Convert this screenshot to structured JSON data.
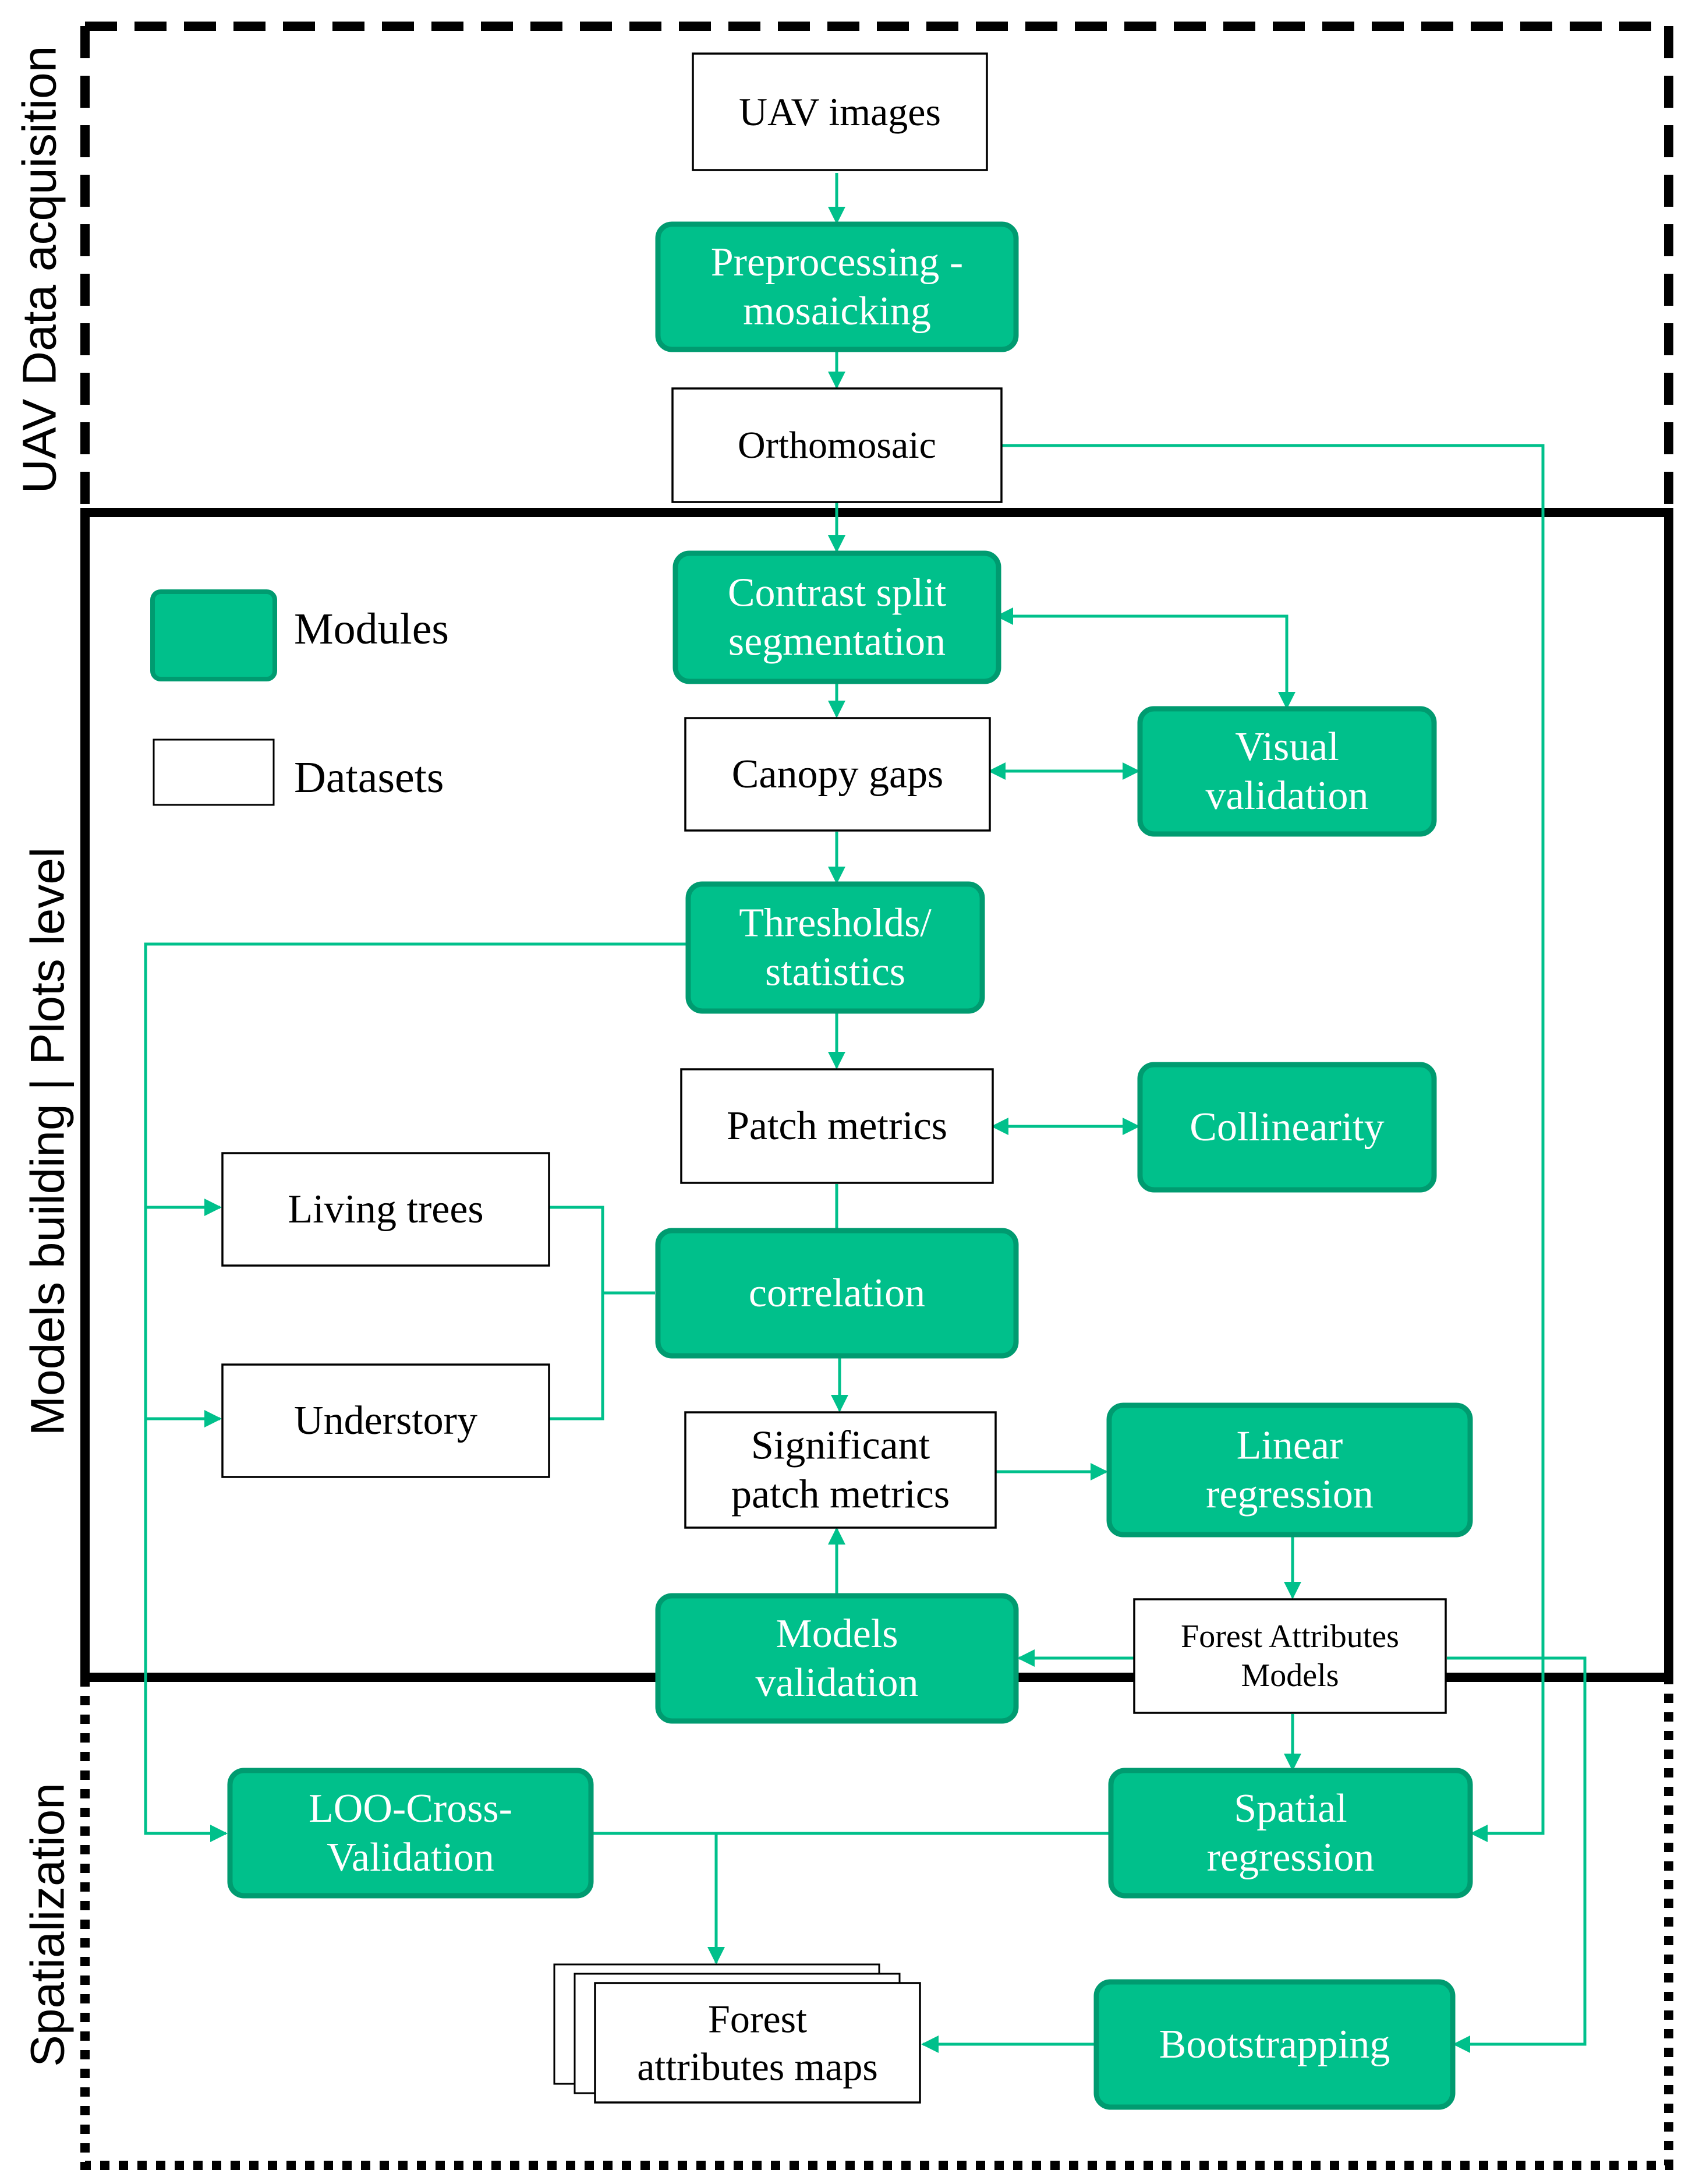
{
  "colors": {
    "module_fill": "#00c08b",
    "module_stroke": "#009b70",
    "connector": "#00c08b",
    "dataset_fill": "#ffffff",
    "dataset_stroke": "#000000",
    "section_border": "#000000"
  },
  "sections": {
    "acquisition": "UAV Data acquisition",
    "models": "Models building | Plots level",
    "spatialization": "Spatialization"
  },
  "legend": {
    "modules": "Modules",
    "datasets": "Datasets"
  },
  "nodes": {
    "uav_images": {
      "type": "dataset",
      "lines": [
        "UAV images"
      ]
    },
    "preprocessing": {
      "type": "module",
      "lines": [
        "Preprocessing  -",
        "mosaicking"
      ]
    },
    "orthomosaic": {
      "type": "dataset",
      "lines": [
        "Orthomosaic"
      ]
    },
    "contrast_split": {
      "type": "module",
      "lines": [
        "Contrast split",
        "segmentation"
      ]
    },
    "canopy_gaps": {
      "type": "dataset",
      "lines": [
        "Canopy gaps"
      ]
    },
    "visual_validation": {
      "type": "module",
      "lines": [
        "Visual",
        "validation"
      ]
    },
    "thresholds": {
      "type": "module",
      "lines": [
        "Thresholds/",
        "statistics"
      ]
    },
    "patch_metrics": {
      "type": "dataset",
      "lines": [
        "Patch metrics"
      ]
    },
    "collinearity": {
      "type": "module",
      "lines": [
        "Collinearity"
      ]
    },
    "living_trees": {
      "type": "dataset",
      "lines": [
        "Living trees"
      ]
    },
    "understory": {
      "type": "dataset",
      "lines": [
        "Understory"
      ]
    },
    "correlation": {
      "type": "module",
      "lines": [
        "correlation"
      ]
    },
    "significant": {
      "type": "dataset",
      "lines": [
        "Significant",
        "patch metrics"
      ]
    },
    "linear_regression": {
      "type": "module",
      "lines": [
        "Linear",
        "regression"
      ]
    },
    "forest_models": {
      "type": "dataset",
      "lines": [
        "Forest Attributes",
        "Models"
      ]
    },
    "models_validation": {
      "type": "module",
      "lines": [
        "Models",
        "validation"
      ]
    },
    "loo_cv": {
      "type": "module",
      "lines": [
        "LOO-Cross-",
        "Validation"
      ]
    },
    "spatial_regression": {
      "type": "module",
      "lines": [
        "Spatial",
        "regression"
      ]
    },
    "bootstrapping": {
      "type": "module",
      "lines": [
        "Bootstrapping"
      ]
    },
    "forest_maps": {
      "type": "dataset",
      "lines": [
        "Forest",
        "attributes maps"
      ]
    }
  }
}
